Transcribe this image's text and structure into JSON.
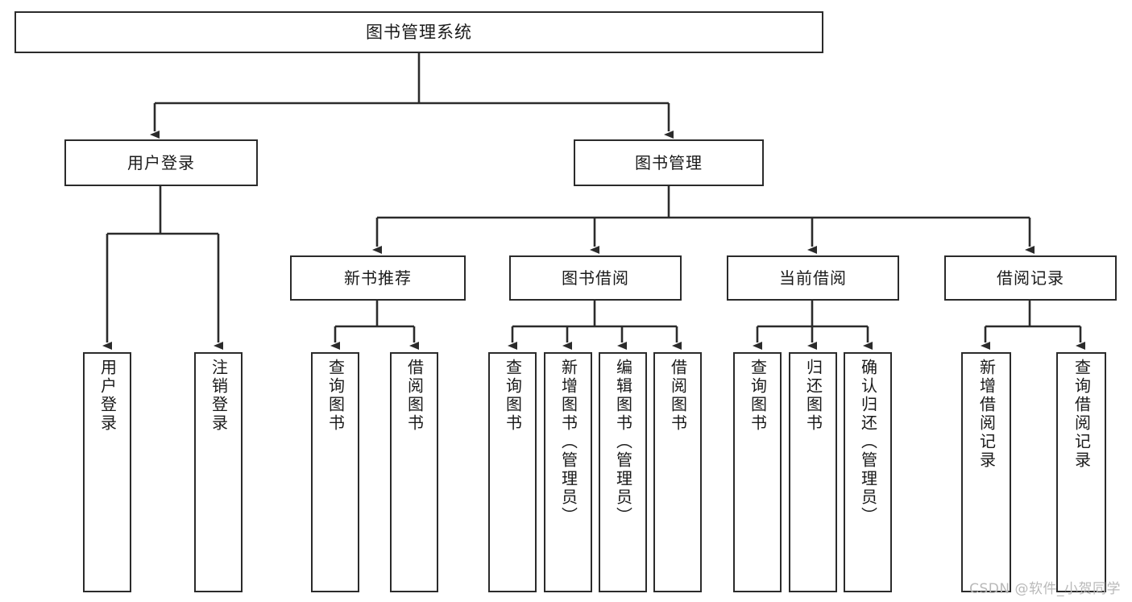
{
  "diagram": {
    "type": "tree",
    "title": "图书管理系统",
    "watermark": "CSDN @软件_小贺同学",
    "colors": {
      "background": "#ffffff",
      "box_border": "#2b2b2b",
      "box_fill": "#ffffff",
      "connector": "#2b2b2b",
      "text": "#1a1a1a",
      "watermark": "#b9b9b9"
    },
    "root": {
      "label": "图书管理系统"
    },
    "level2": [
      {
        "label": "用户登录"
      },
      {
        "label": "图书管理"
      }
    ],
    "level3": [
      {
        "label": "新书推荐"
      },
      {
        "label": "图书借阅"
      },
      {
        "label": "当前借阅"
      },
      {
        "label": "借阅记录"
      }
    ],
    "leaves": {
      "user_login": [
        {
          "label": "用户登录"
        },
        {
          "label": "注销登录"
        }
      ],
      "new_book_recommend": [
        {
          "label": "查询图书"
        },
        {
          "label": "借阅图书"
        }
      ],
      "book_borrow": [
        {
          "label": "查询图书"
        },
        {
          "label": "新增图书（管理员）"
        },
        {
          "label": "编辑图书（管理员）"
        },
        {
          "label": "借阅图书"
        }
      ],
      "current_borrow": [
        {
          "label": "查询图书"
        },
        {
          "label": "归还图书"
        },
        {
          "label": "确认归还（管理员）"
        }
      ],
      "borrow_record": [
        {
          "label": "新增借阅记录"
        },
        {
          "label": "查询借阅记录"
        }
      ]
    }
  }
}
